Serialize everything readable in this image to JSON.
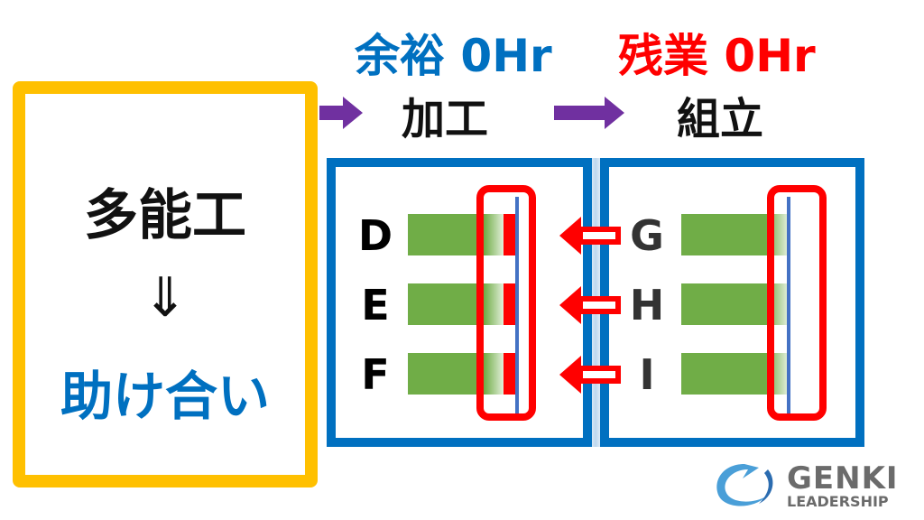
{
  "left_panel": {
    "title": "多能工",
    "arrow": "⇓",
    "result": "助け合い"
  },
  "headers": {
    "slack": "余裕 0Hr",
    "overtime": "残業 0Hr"
  },
  "processes": {
    "machining": "加工",
    "assembly": "組立"
  },
  "machining_rows": [
    "D",
    "E",
    "F"
  ],
  "assembly_rows": [
    "G",
    "H",
    "I"
  ],
  "logo": {
    "name": "GENKI",
    "sub": "LEADERSHIP"
  },
  "colors": {
    "yellow": "#FFC000",
    "blue": "#0070C0",
    "red": "#FF0000",
    "purple": "#7030A0",
    "green": "#70AD47"
  }
}
